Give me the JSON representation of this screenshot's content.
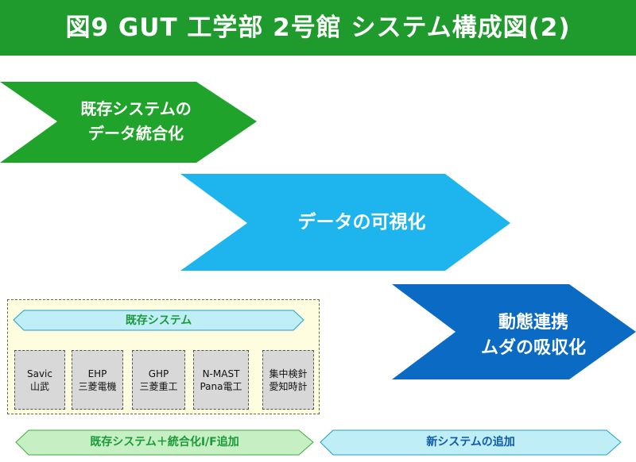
{
  "title": "図9  GUT  工学部  2号館  システム構成図(2)",
  "colors": {
    "title_bg": "#1f9a2c",
    "green_arrow": "#1fa32a",
    "cyan_arrow": "#1eb4ee",
    "blue_arrow": "#0a6ac4",
    "light_cyan": "#bfeef7",
    "light_green": "#c7efc4",
    "cream_box": "#fffde0",
    "gray_box": "#d8d8d8"
  },
  "steps": [
    {
      "line1": "既存システムの",
      "line2": "データ統合化"
    },
    {
      "line1": "データの可視化"
    },
    {
      "line1": "動態連携",
      "line2": "ムダの吸収化"
    }
  ],
  "existing_group": {
    "banner": "既存システム",
    "systems": [
      {
        "name": "Savic",
        "maker": "山武"
      },
      {
        "name": "EHP",
        "maker": "三菱電機"
      },
      {
        "name": "GHP",
        "maker": "三菱重工"
      },
      {
        "name": "N-MAST",
        "maker": "Pana電工"
      },
      {
        "name": "集中検針",
        "maker": "愛知時計"
      }
    ]
  },
  "bottom_bars": {
    "left": "既存システム＋統合化I/F追加",
    "right": "新システムの追加"
  }
}
